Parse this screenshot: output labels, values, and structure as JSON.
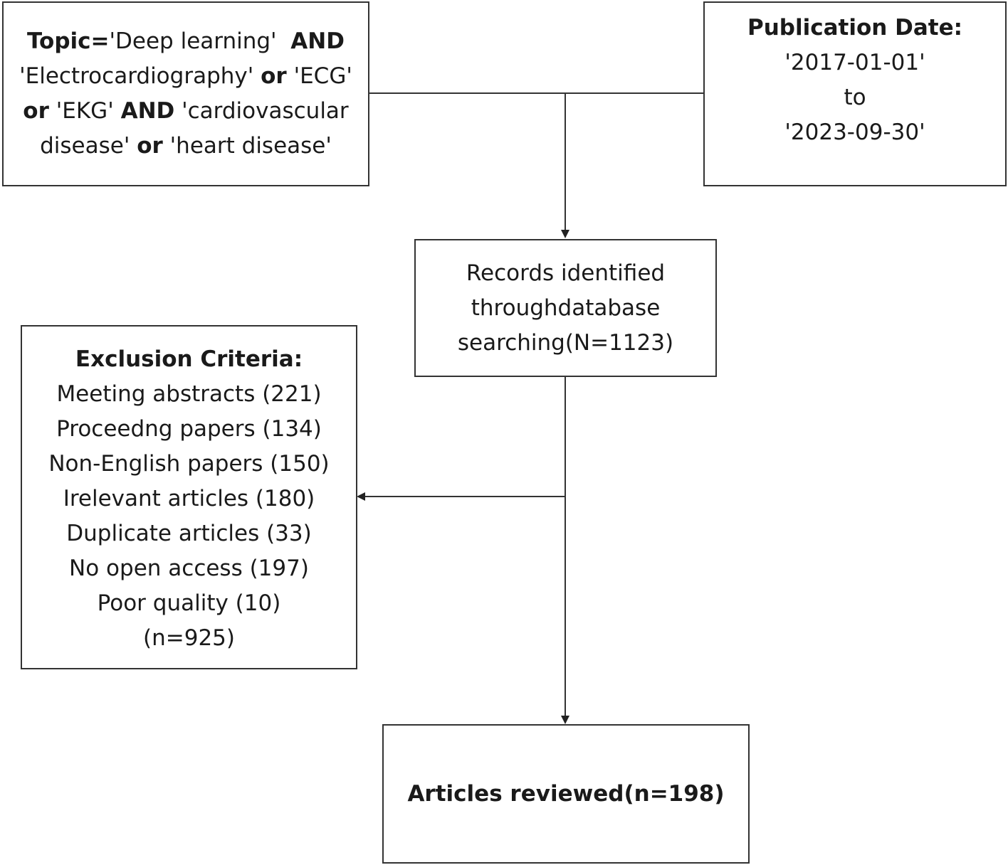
{
  "topic_box": {
    "lines": [
      [
        {
          "t": "Topic=",
          "b": true
        },
        {
          "t": "'Deep learning'  ",
          "b": false
        },
        {
          "t": "AND",
          "b": true
        }
      ],
      [
        {
          "t": "'Electrocardiography' ",
          "b": false
        },
        {
          "t": "or",
          "b": true
        },
        {
          "t": " 'ECG'",
          "b": false
        }
      ],
      [
        {
          "t": "or",
          "b": true
        },
        {
          "t": " 'EKG' ",
          "b": false
        },
        {
          "t": "AND",
          "b": true
        },
        {
          "t": " 'cardiovascular",
          "b": false
        }
      ],
      [
        {
          "t": "disease' ",
          "b": false
        },
        {
          "t": "or",
          "b": true
        },
        {
          "t": " 'heart disease'",
          "b": false
        }
      ]
    ]
  },
  "date_box": {
    "title": "Publication Date:",
    "start": "'2017-01-01'",
    "to": "to",
    "end": "'2023-09-30'"
  },
  "records_box": {
    "line1": "Records identified",
    "line2": "throughdatabase",
    "line3": "searching(N=1123)"
  },
  "exclusion_box": {
    "title": "Exclusion Criteria:",
    "items": [
      "Meeting abstracts  (221)",
      "Proceedng papers  (134)",
      "Non-English papers  (150)",
      "Irelevant articles  (180)",
      "Duplicate articles   (33)",
      "No open access  (197)",
      "Poor quality  (10)"
    ],
    "total": "(n=925)"
  },
  "reviewed_box": {
    "label": "Articles reviewed(n=198)"
  }
}
